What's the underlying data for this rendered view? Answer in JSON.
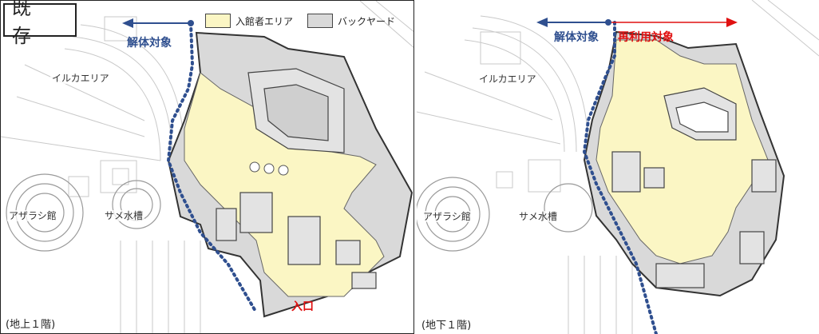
{
  "left_panel": {
    "title": "既　存",
    "legend": [
      {
        "label": "入館者エリア",
        "color": "#fbf6c4"
      },
      {
        "label": "バックヤード",
        "color": "#d9d9d9"
      }
    ],
    "demolish_label": "解体対象",
    "areas": {
      "dolphin": "イルカエリア",
      "seal": "アザラシ館",
      "shark": "サメ水槽"
    },
    "entrance_label": "入口",
    "floor_label": "(地上１階)"
  },
  "right_panel": {
    "demolish_label": "解体対象",
    "reuse_label": "再利用対象",
    "areas": {
      "dolphin": "イルカエリア",
      "seal": "アザラシ館",
      "shark": "サメ水槽"
    },
    "floor_label": "(地下１階)"
  },
  "colors": {
    "visitor_area": "#fbf6c4",
    "backyard": "#d9d9d9",
    "demolish_blue": "#2f4f8f",
    "reuse_red": "#e01010"
  }
}
